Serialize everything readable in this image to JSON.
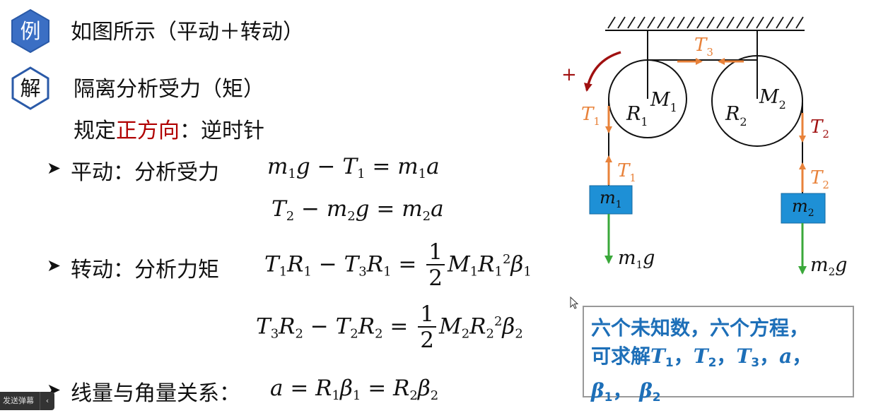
{
  "badges": {
    "example": "例",
    "solution": "解"
  },
  "title": "如图所示（平动＋转动）",
  "intro": {
    "line1": "隔离分析受力（矩）",
    "line2_pre": "规定",
    "line2_red": "正方向",
    "line2_post": "：逆时针"
  },
  "sections": {
    "translation": "平动：分析受力",
    "rotation": "转动：分析力矩",
    "relation": "线量与角量关系："
  },
  "diagram": {
    "plus": "+",
    "tension_labels": [
      "T",
      "T",
      "T",
      "T",
      "T"
    ],
    "pulley1_R": "R",
    "pulley1_M": "M",
    "pulley2_R": "R",
    "pulley2_M": "M",
    "mass1": "m",
    "mass2": "m",
    "g": "g"
  },
  "note": {
    "line1": "六个未知数，六个方程，",
    "line2_pre": "可求解",
    "unknowns": [
      "T",
      "T",
      "T",
      "a",
      "β",
      "β"
    ]
  },
  "player_control": {
    "label": "发送弹幕",
    "chevron": "‹"
  },
  "colors": {
    "orange": "#e8823a",
    "green": "#3aa83a",
    "blue_box": "#1e90d6",
    "badge_blue": "#3b6fc4",
    "note_blue": "#1d6fb8",
    "dark_red": "#a01010"
  }
}
